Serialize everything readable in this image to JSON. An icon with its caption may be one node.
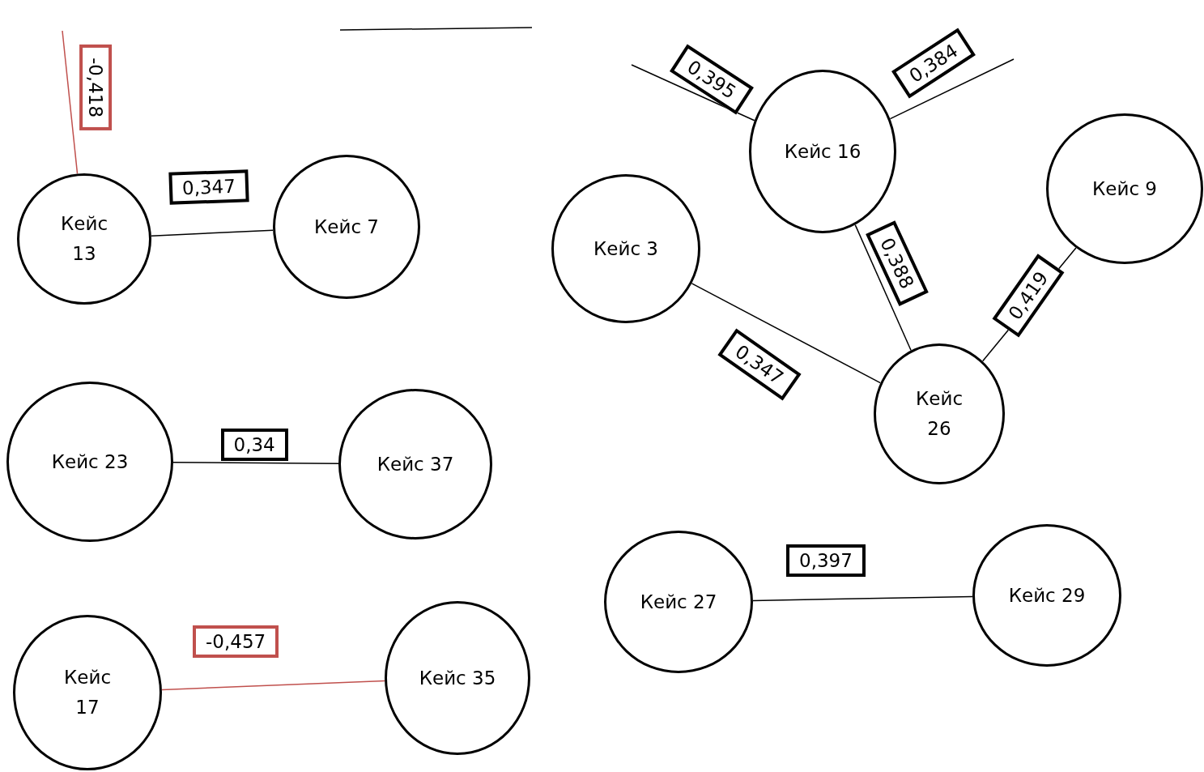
{
  "diagram": {
    "nodes": [
      {
        "text": [
          "Кейс 13"
        ]
      },
      {
        "text": [
          "Кейс 7"
        ]
      },
      {
        "text": [
          "Кейс 16"
        ]
      },
      {
        "text": [
          "Кейс 9"
        ]
      },
      {
        "text": [
          "Кейс 3"
        ]
      },
      {
        "text": [
          "Кейс 26"
        ]
      },
      {
        "text": [
          "Кейс 23"
        ]
      },
      {
        "text": [
          "Кейс 37"
        ]
      },
      {
        "text": [
          "Кейс 27"
        ]
      },
      {
        "text": [
          "Кейс 29"
        ]
      },
      {
        "text": [
          "Кейс 17"
        ]
      },
      {
        "text": [
          "Кейс 35"
        ]
      }
    ],
    "edges": [
      {
        "from": 0,
        "to": 1,
        "arrow": "none",
        "label": "0,347"
      },
      {
        "from": 0,
        "to": null,
        "arrow": "none",
        "label": "-0,418",
        "color": "#c0504d"
      },
      {
        "from": 2,
        "to": null,
        "arrow": "none",
        "label": "0,395"
      },
      {
        "from": 2,
        "to": null,
        "arrow": "none",
        "label": "0,384"
      },
      {
        "from": 2,
        "to": 5,
        "arrow": "none",
        "label": "0,388"
      },
      {
        "from": 4,
        "to": 5,
        "arrow": "none",
        "label": "0,347"
      },
      {
        "from": 3,
        "to": 5,
        "arrow": "none",
        "label": "0,419"
      },
      {
        "from": 6,
        "to": 7,
        "arrow": "none",
        "label": "0,34"
      },
      {
        "from": 8,
        "to": 9,
        "arrow": "none",
        "label": "0,397"
      },
      {
        "from": 10,
        "to": 11,
        "arrow": "none",
        "label": "-0,457",
        "color": "#c0504d"
      }
    ]
  }
}
